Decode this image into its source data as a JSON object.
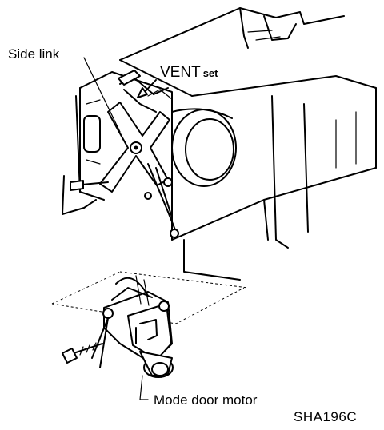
{
  "labels": {
    "side_link": "Side link",
    "vent": "VENT",
    "vent_sub": "set",
    "mode_door_motor": "Mode door motor",
    "figure_code": "SHA196C"
  },
  "icons": {
    "leader": "leader-line",
    "motor": "actuator-motor"
  },
  "colors": {
    "ink": "#000000",
    "paper": "#ffffff"
  }
}
